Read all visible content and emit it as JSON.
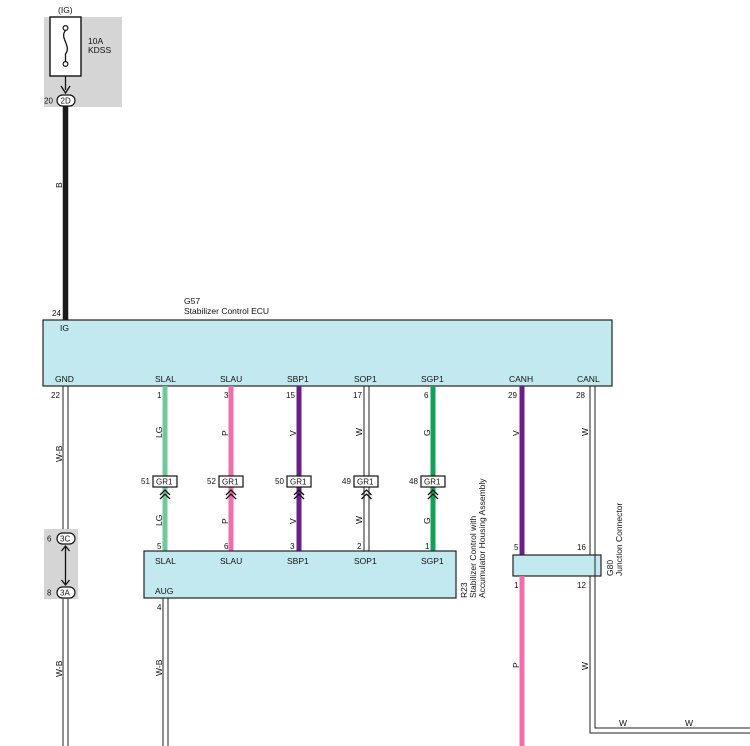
{
  "power": {
    "source": "(IG)",
    "fuse_amp": "10A",
    "fuse_name": "KDSS",
    "connector": "2D",
    "connector_pin": "20",
    "wire_color": "B"
  },
  "ecu": {
    "code": "G57",
    "name": "Stabilizer Control ECU",
    "ig_label": "IG",
    "ig_pin": "24",
    "pins": [
      {
        "label": "GND",
        "pin": "22"
      },
      {
        "label": "SLAL",
        "pin": "1"
      },
      {
        "label": "SLAU",
        "pin": "3"
      },
      {
        "label": "SBP1",
        "pin": "15"
      },
      {
        "label": "SOP1",
        "pin": "17"
      },
      {
        "label": "SGP1",
        "pin": "6"
      },
      {
        "label": "CANH",
        "pin": "29"
      },
      {
        "label": "CANL",
        "pin": "28"
      }
    ]
  },
  "wires": {
    "gnd": "W-B",
    "slal_upper": "LG",
    "slal_lower": "LG",
    "slau_upper": "P",
    "slau_lower": "P",
    "sbp1_upper": "V",
    "sbp1_lower": "V",
    "sop1_upper": "W",
    "sop1_lower": "W",
    "sgp1_upper": "G",
    "sgp1_lower": "G",
    "canh_upper": "V",
    "canh_lower": "P",
    "canl_upper": "W",
    "canl_lower": "W",
    "aug": "W-B",
    "bottom_1": "W",
    "bottom_2": "W"
  },
  "inline_connectors": [
    {
      "pin": "51",
      "code": "GR1"
    },
    {
      "pin": "52",
      "code": "GR1"
    },
    {
      "pin": "50",
      "code": "GR1"
    },
    {
      "pin": "49",
      "code": "GR1"
    },
    {
      "pin": "48",
      "code": "GR1"
    }
  ],
  "ground_junction": {
    "top_pin": "6",
    "top_code": "3C",
    "bottom_pin": "8",
    "bottom_code": "3A"
  },
  "accumulator": {
    "code": "R23",
    "name_line1": "Stabilizer Control with",
    "name_line2": "Accumulator Housing Assembly",
    "aug_label": "AUG",
    "aug_pin": "4",
    "pins": [
      {
        "label": "SLAL",
        "pin": "5"
      },
      {
        "label": "SLAU",
        "pin": "6"
      },
      {
        "label": "SBP1",
        "pin": "3"
      },
      {
        "label": "SOP1",
        "pin": "2"
      },
      {
        "label": "SGP1",
        "pin": "1"
      }
    ]
  },
  "junction": {
    "code": "G80",
    "name": "Junction Connector",
    "pin_top_left": "5",
    "pin_top_right": "16",
    "pin_bottom_left": "1",
    "pin_bottom_right": "12"
  },
  "colors": {
    "ecu_fill": "#c3e9f0",
    "black": "#1a1a1a",
    "light_green": "#6fc99a",
    "pink": "#f06ea9",
    "violet": "#6a1f86",
    "green": "#13a05a",
    "gray_box": "#d5d5d5"
  }
}
